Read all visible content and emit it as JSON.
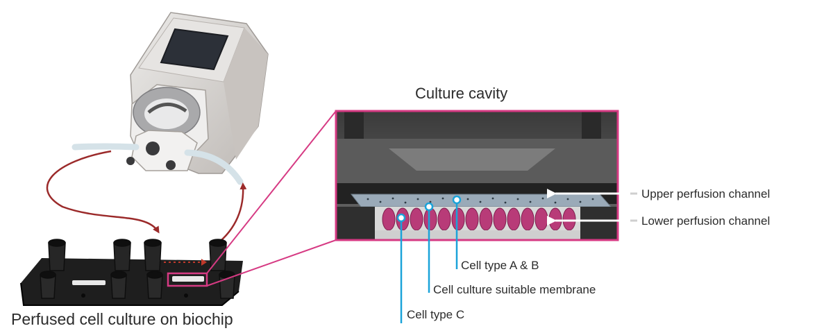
{
  "labels": {
    "culture_cavity": "Culture cavity",
    "upper_perfusion": "Upper perfusion channel",
    "lower_perfusion": "Lower perfusion channel",
    "cell_ab": "Cell type A & B",
    "membrane": "Cell culture suitable membrane",
    "cell_c": "Cell type C",
    "chip_caption": "Perfused cell culture on biochip"
  },
  "colors": {
    "highlight_frame": "#d63a83",
    "flow_arrow": "#9b2a2a",
    "pointer_line": "#1aa3d9",
    "membrane": "#9aaab8",
    "cells": "#b83b78",
    "chip": "#1e1e1e",
    "pump_body": "#d9d5d2"
  },
  "icons": [
    "peristaltic-pump-icon",
    "biochip-icon"
  ]
}
